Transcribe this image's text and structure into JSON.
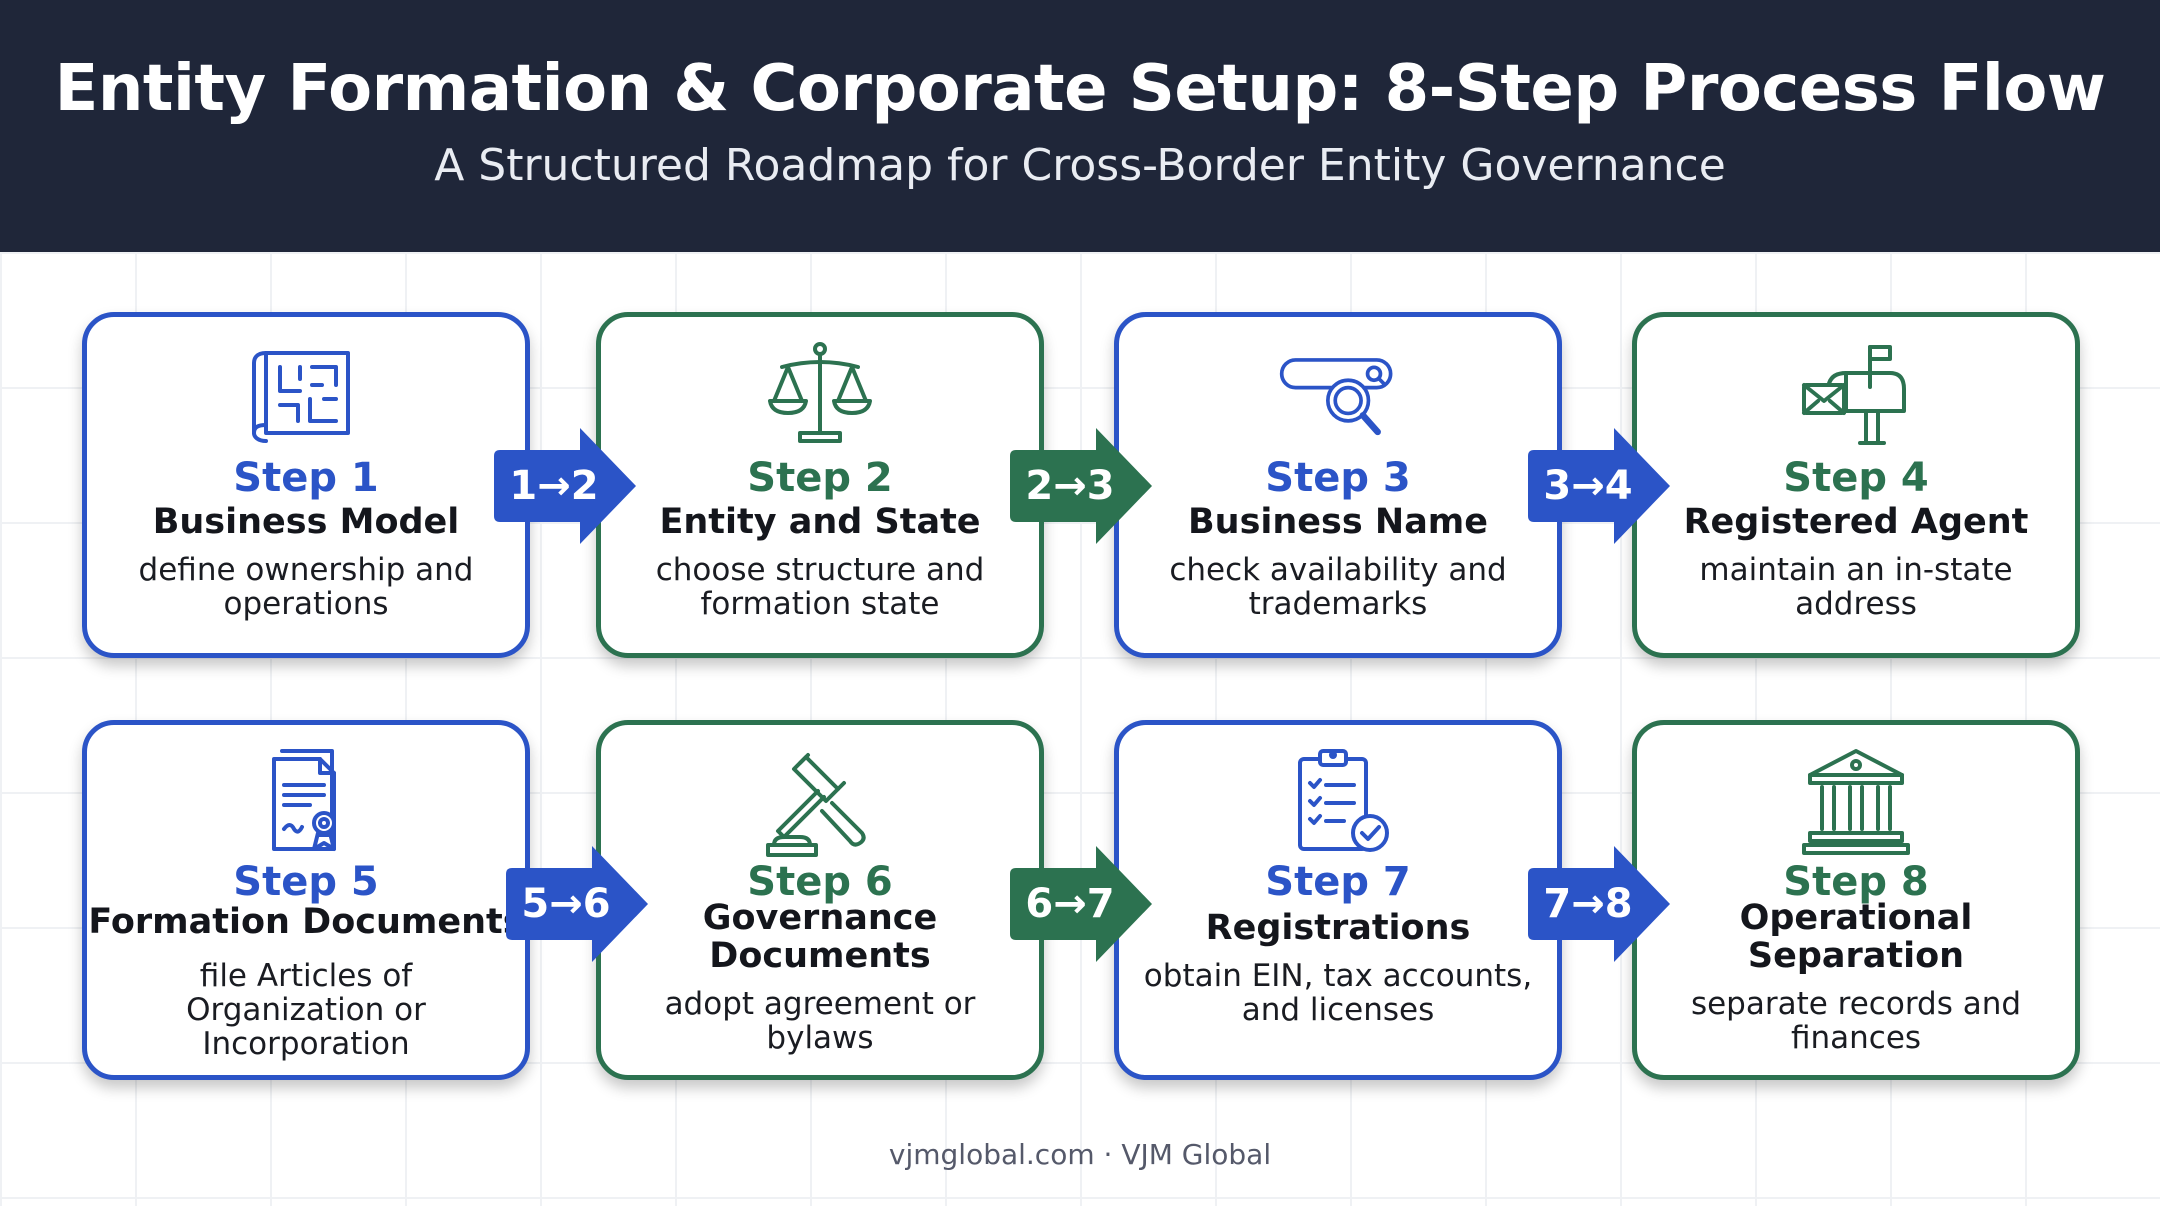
{
  "header": {
    "title": "Entity Formation & Corporate Setup: 8-Step Process Flow",
    "subtitle": "A Structured Roadmap for Cross-Border Entity Governance"
  },
  "steps": [
    {
      "step": "Step 1",
      "title": "Business Model",
      "desc": "define ownership and operations",
      "icon": "floor-plan-icon",
      "color": "#2b54c7"
    },
    {
      "step": "Step 2",
      "title": "Entity and State",
      "desc": "choose structure and formation state",
      "icon": "scales-icon",
      "color": "#2c7250"
    },
    {
      "step": "Step 3",
      "title": "Business Name",
      "desc": "check availability and trademarks",
      "icon": "search-icon",
      "color": "#2b54c7"
    },
    {
      "step": "Step 4",
      "title": "Registered Agent",
      "desc": "maintain an in-state address",
      "icon": "mailbox-icon",
      "color": "#2c7250"
    },
    {
      "step": "Step 5",
      "title": "Formation Documents",
      "desc": "file Articles of Organization or Incorporation",
      "icon": "certificate-icon",
      "color": "#2b54c7"
    },
    {
      "step": "Step 6",
      "title": "Governance Documents",
      "desc": "adopt agreement or bylaws",
      "icon": "gavel-icon",
      "color": "#2c7250"
    },
    {
      "step": "Step 7",
      "title": "Registrations",
      "desc": "obtain EIN, tax accounts, and licenses",
      "icon": "clipboard-check-icon",
      "color": "#2b54c7"
    },
    {
      "step": "Step 8",
      "title": "Operational Separation",
      "desc": "separate records and finances",
      "icon": "bank-building-icon",
      "color": "#2c7250"
    }
  ],
  "connectors": [
    {
      "label": "1→2",
      "color": "#2b54c7"
    },
    {
      "label": "2→3",
      "color": "#2c7250"
    },
    {
      "label": "3→4",
      "color": "#2b54c7"
    },
    {
      "label": "5→6",
      "color": "#2b54c7"
    },
    {
      "label": "6→7",
      "color": "#2c7250"
    },
    {
      "label": "7→8",
      "color": "#2b54c7"
    }
  ],
  "footer": "vjmglobal.com · VJM Global"
}
